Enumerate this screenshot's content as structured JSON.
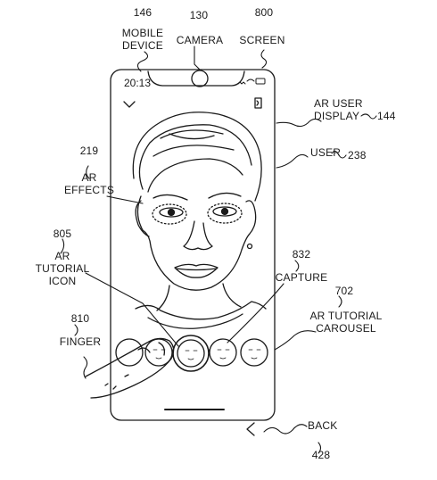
{
  "labels": {
    "mobile_device": {
      "ref": "146",
      "line1": "MOBILE",
      "line2": "DEVICE"
    },
    "camera": {
      "ref": "130",
      "text": "CAMERA"
    },
    "screen": {
      "ref": "800",
      "text": "SCREEN"
    },
    "ar_user_display": {
      "line1": "AR USER",
      "line2": "DISPLAY",
      "ref": "144"
    },
    "user": {
      "text": "USER",
      "ref": "238"
    },
    "ar_effects": {
      "ref": "219",
      "line1": "AR",
      "line2": "EFFECTS"
    },
    "ar_tutorial_icon": {
      "ref": "805",
      "line1": "AR",
      "line2": "TUTORIAL",
      "line3": "ICON"
    },
    "capture": {
      "ref": "832",
      "text": "CAPTURE"
    },
    "ar_tutorial_carousel": {
      "ref": "702",
      "line1": "AR TUTORIAL",
      "line2": "CAROUSEL"
    },
    "finger": {
      "ref": "810",
      "text": "FINGER"
    },
    "back": {
      "text": "BACK",
      "ref": "428"
    }
  },
  "status_bar": {
    "time": "20:13"
  },
  "icons": [
    "chevron-down-icon",
    "camera-flip-icon",
    "back-chevron-icon",
    "camera-notch-icon"
  ]
}
